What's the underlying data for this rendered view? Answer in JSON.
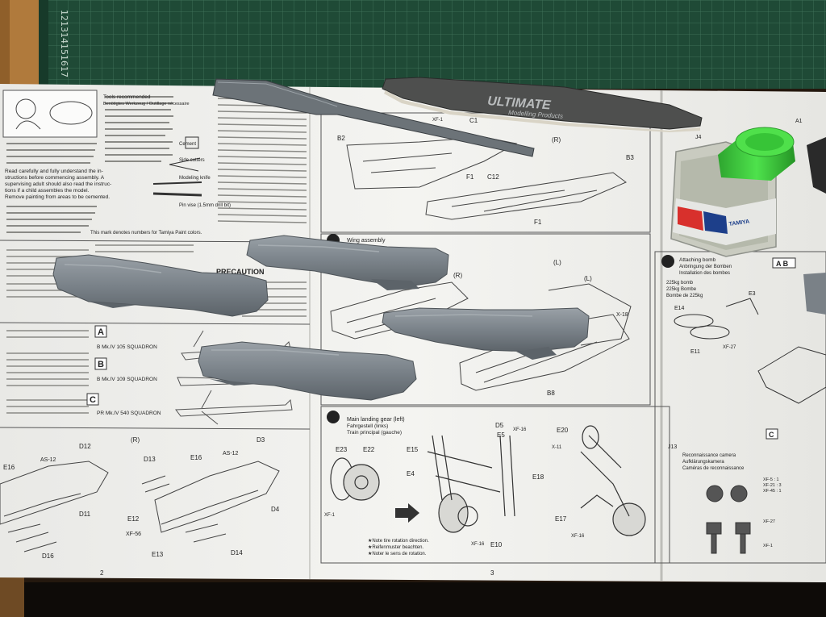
{
  "mat": {
    "ruler_numbers": [
      "12",
      "13",
      "14",
      "15",
      "16",
      "17"
    ]
  },
  "tool": {
    "brand_line1": "ULTIMATE",
    "brand_line2": "Modelling Products"
  },
  "left_page": {
    "page_number": "2",
    "warning_lines": [
      "Read carefully and fully understand the in-",
      "structions before commencing assembly. A",
      "supervising adult should also read the instruc-",
      "tions if a child assembles the model.",
      "Remove painting from areas to be cemented."
    ],
    "tools_header": "Tools recommended",
    "tools_sub": "Benötigtes Werkzeug / Outillage nécessaire",
    "tool_items": [
      "Cement",
      "Side cutters",
      "Modeling knife",
      "Pin vise (1.5mm drill bit)"
    ],
    "mark_note": "This mark denotes numbers for Tamiya Paint colors.",
    "precaution": "PRECAUTION",
    "section_a": "A",
    "section_a_text": "B Mk.IV 105 SQUADRON",
    "section_b": "B",
    "section_b_text": "B Mk.IV 109 SQUADRON",
    "section_c": "C",
    "section_c_text": "PR Mk.IV 540 SQUADRON",
    "bottom_labels": [
      "D12",
      "(R)",
      "D13",
      "E16",
      "AS-12",
      "D3",
      "E16",
      "AS-12",
      "D11",
      "E12",
      "XF-56",
      "E13",
      "D14",
      "D4",
      "D16"
    ]
  },
  "right_page": {
    "page_number": "3",
    "step3_title": "Wing assembly",
    "step3_labels": [
      "B2",
      "C1",
      "XF-1",
      "(R)",
      "B3",
      "F1",
      "C12",
      "F1",
      "(L)",
      "(R)",
      "(L)",
      "X-18",
      "B8"
    ],
    "step4_number": "4",
    "step4_lines": [
      "Main landing gear (left)",
      "Fahrgestell (links)",
      "Train principal (gauche)"
    ],
    "step4_labels": [
      "D5",
      "E5",
      "E15",
      "E4",
      "E23",
      "E22",
      "XF-16",
      "E18",
      "XF-1",
      "XF-16",
      "E10",
      "E20",
      "X-11",
      "E17",
      "XF-16"
    ],
    "rotation_notes": [
      "★Note tire rotation direction.",
      "★Reifenmuster beachten.",
      "★Noter le sens de rotation."
    ]
  },
  "far_right": {
    "step12_number": "12",
    "step12_lines": [
      "Attaching bomb",
      "Anbringung der Bomben",
      "Installation des bombes"
    ],
    "ab_tag": "A B",
    "bomb_lines": [
      "225kg bomb",
      "225kg Bombe",
      "Bombe de 225kg"
    ],
    "labels": [
      "E14",
      "E3",
      "E11",
      "XF-27",
      "A1",
      "J4"
    ],
    "c_tag": "C",
    "camera_lines": [
      "J13",
      "Reconnaissance camera",
      "Aufklärungskamera",
      "Caméras de reconnaissance"
    ],
    "camera_paints": [
      "XF-5 : 1",
      "XF-21 : 3",
      "XF-45 : 1",
      "XF-27",
      "XF-1"
    ]
  },
  "bottle": {
    "label_text": "TAMIYA"
  },
  "colors": {
    "mat": "#1f4a36",
    "paper": "#f1f1ee",
    "plastic": "#7d858c",
    "cap": "#38c83a",
    "wood": "#b07a3c"
  }
}
